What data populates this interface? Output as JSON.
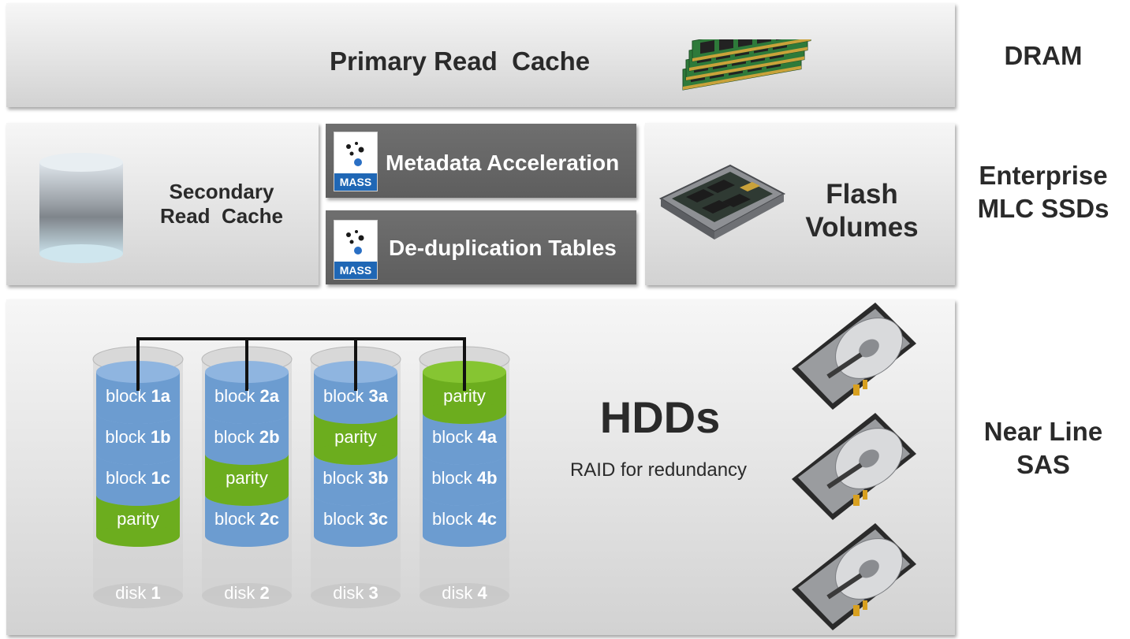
{
  "tiers": {
    "dram": {
      "panel_title": "Primary Read  Cache",
      "side_label": "DRAM"
    },
    "ssd": {
      "secondary_cache": [
        "Secondary",
        "Read  Cache"
      ],
      "metadata": {
        "label": "Metadata Acceleration",
        "icon_tag": "MASS"
      },
      "dedup": {
        "label": "De-duplication Tables",
        "icon_tag": "MASS"
      },
      "flash": [
        "Flash",
        "Volumes"
      ],
      "side_label": [
        "Enterprise",
        "MLC SSDs"
      ]
    },
    "hdd": {
      "title": "HDDs",
      "subtitle": "RAID for redundancy",
      "side_label": [
        "Near Line",
        "SAS"
      ]
    }
  },
  "raid": {
    "disks": [
      {
        "name": "disk",
        "num": "1",
        "blocks": [
          {
            "word": "block",
            "id": "1a",
            "kind": "data"
          },
          {
            "word": "block",
            "id": "1b",
            "kind": "data"
          },
          {
            "word": "block",
            "id": "1c",
            "kind": "data"
          },
          {
            "word": "parity",
            "id": "",
            "kind": "parity"
          }
        ]
      },
      {
        "name": "disk",
        "num": "2",
        "blocks": [
          {
            "word": "block",
            "id": "2a",
            "kind": "data"
          },
          {
            "word": "block",
            "id": "2b",
            "kind": "data"
          },
          {
            "word": "parity",
            "id": "",
            "kind": "parity"
          },
          {
            "word": "block",
            "id": "2c",
            "kind": "data"
          }
        ]
      },
      {
        "name": "disk",
        "num": "3",
        "blocks": [
          {
            "word": "block",
            "id": "3a",
            "kind": "data"
          },
          {
            "word": "parity",
            "id": "",
            "kind": "parity"
          },
          {
            "word": "block",
            "id": "3b",
            "kind": "data"
          },
          {
            "word": "block",
            "id": "3c",
            "kind": "data"
          }
        ]
      },
      {
        "name": "disk",
        "num": "4",
        "blocks": [
          {
            "word": "parity",
            "id": "",
            "kind": "parity"
          },
          {
            "word": "block",
            "id": "4a",
            "kind": "data"
          },
          {
            "word": "block",
            "id": "4b",
            "kind": "data"
          },
          {
            "word": "block",
            "id": "4c",
            "kind": "data"
          }
        ]
      }
    ]
  },
  "colors": {
    "data_block": "#6c9cd0",
    "data_block_top": "#8fb5e0",
    "parity_block": "#6cad1e",
    "parity_block_top": "#86c532",
    "disk_shell": "#cfcfcf",
    "text": "#2a2a2a"
  },
  "icons": [
    "ram-modules-icon",
    "database-cylinder-icon",
    "mass-icon",
    "ssd-drive-icon",
    "hard-drive-icon"
  ]
}
